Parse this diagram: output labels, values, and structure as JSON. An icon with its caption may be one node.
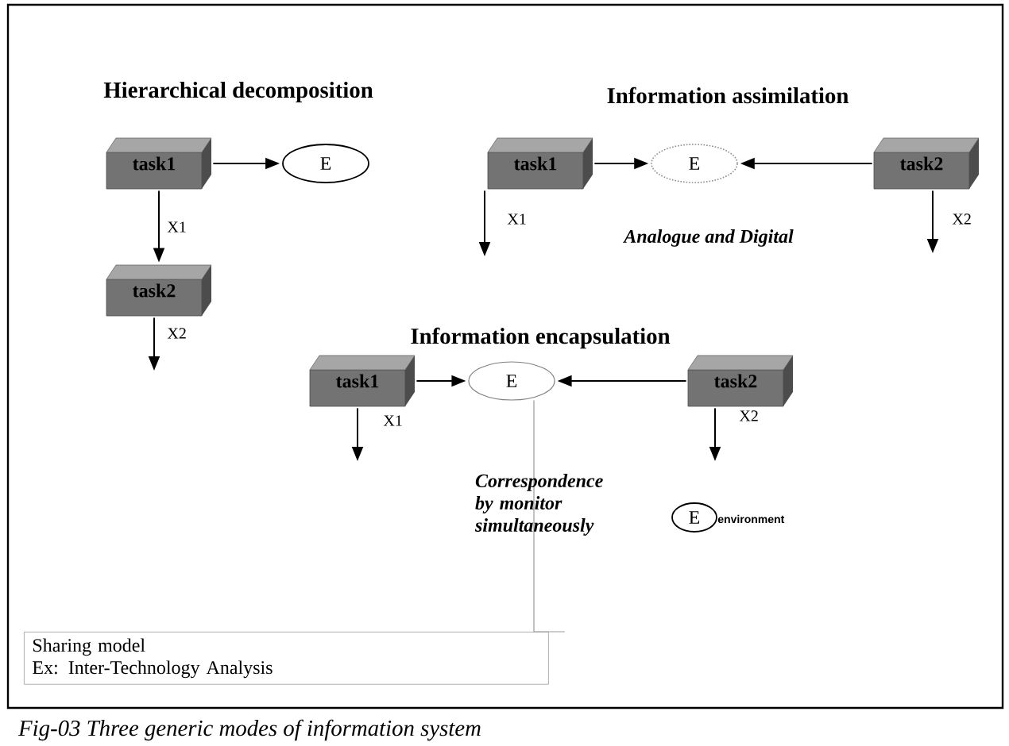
{
  "diagram": {
    "caption": "Fig-03  Three generic modes of information system",
    "nodes": [
      {
        "text": [
          "task1"
        ]
      },
      {
        "text": [
          "E"
        ]
      },
      {
        "text": [
          "task2"
        ]
      },
      {
        "text": [
          "task1"
        ]
      },
      {
        "text": [
          "E"
        ]
      },
      {
        "text": [
          "task2"
        ]
      },
      {
        "text": [
          "task1"
        ]
      },
      {
        "text": [
          "E"
        ]
      },
      {
        "text": [
          "task2"
        ]
      },
      {
        "text": [
          "E"
        ],
        "beside": [
          "environment"
        ]
      },
      {
        "text": [
          "Sharing model",
          "Ex: Inter-Technology Analysis"
        ]
      }
    ],
    "edges": [
      {
        "from": 0,
        "to": 1,
        "arrow": "to"
      },
      {
        "from": 0,
        "to": 2,
        "arrow": "to",
        "label": "X1"
      },
      {
        "from": 2,
        "to": null,
        "arrow": "to",
        "label": "X2"
      },
      {
        "from": 3,
        "to": 4,
        "arrow": "to"
      },
      {
        "from": 5,
        "to": 4,
        "arrow": "to"
      },
      {
        "from": 3,
        "to": null,
        "arrow": "to",
        "label": "X1"
      },
      {
        "from": 5,
        "to": null,
        "arrow": "to",
        "label": "X2"
      },
      {
        "from": 6,
        "to": 7,
        "arrow": "to"
      },
      {
        "from": 8,
        "to": 7,
        "arrow": "to"
      },
      {
        "from": 6,
        "to": null,
        "arrow": "to",
        "label": "X1"
      },
      {
        "from": 8,
        "to": null,
        "arrow": "to",
        "label": "X2"
      },
      {
        "from": 7,
        "to": 10,
        "arrow": "none",
        "color": "#999999"
      }
    ],
    "labels": [
      "Hierarchical decomposition",
      "Information assimilation",
      "Analogue and Digital",
      "Information encapsulation",
      "Correspondence by monitor simultaneously"
    ]
  }
}
